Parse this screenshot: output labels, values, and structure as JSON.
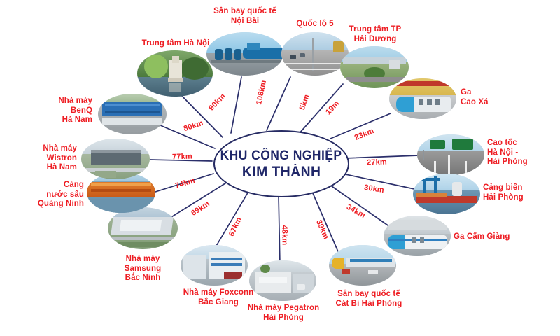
{
  "hub": {
    "line1": "KHU CÔNG NGHIỆP",
    "line2": "KIM THÀNH",
    "text_color": "#1f2668",
    "border_color": "#262b63"
  },
  "style": {
    "label_color": "#ee1d23",
    "distance_color": "#ee1d23",
    "connector_color": "#2b2f6b",
    "background": "#ffffff"
  },
  "nodes": [
    {
      "id": "trung-tam-ha-noi",
      "label": "Trung tâm Hà Nội",
      "distance": "90km",
      "image": "hoan-kiem-lake-turtle-tower"
    },
    {
      "id": "san-bay-noi-bai",
      "label": "Sân bay quốc tế\nNội Bài",
      "distance": "108km",
      "image": "noi-bai-airport-planes"
    },
    {
      "id": "quoc-lo-5",
      "label": "Quốc lộ 5",
      "distance": "5km",
      "image": "highway-route-5"
    },
    {
      "id": "trung-tam-tp-hai-duong",
      "label": "Trung tâm TP\nHải Dương",
      "distance": "19m",
      "image": "hai-duong-city-roundabout"
    },
    {
      "id": "ga-cao-xa",
      "label": "Ga\nCao Xá",
      "distance": "23km",
      "image": "cao-xa-railway-station-train"
    },
    {
      "id": "cao-toc-hn-hp",
      "label": "Cao tốc\nHà Nội -\nHải Phòng",
      "distance": "27km",
      "image": "expressway-green-signs"
    },
    {
      "id": "cang-bien-hai-phong",
      "label": "Cảng biển\nHải Phòng",
      "distance": "30km",
      "image": "hai-phong-seaport-cranes"
    },
    {
      "id": "ga-cam-giang",
      "label": "Ga Cẩm Giàng",
      "distance": "34km",
      "image": "cam-giang-station-train"
    },
    {
      "id": "san-bay-cat-bi",
      "label": "Sân bay quốc tế\nCát Bi Hải Phòng",
      "distance": "39km",
      "image": "cat-bi-airport-terminal"
    },
    {
      "id": "nha-may-pegatron",
      "label": "Nhà máy Pegatron\nHải Phòng",
      "distance": "48km",
      "image": "pegatron-factory"
    },
    {
      "id": "nha-may-foxconn",
      "label": "Nhà máy Foxconn\nBắc Giang",
      "distance": "67km",
      "image": "foxconn-factory"
    },
    {
      "id": "nha-may-samsung",
      "label": "Nhà máy\nSamsung\nBắc Ninh",
      "distance": "69km",
      "image": "samsung-factory-aerial"
    },
    {
      "id": "cang-nuoc-sau-quang-ninh",
      "label": "Cảng\nnước sâu\nQuảng Ninh",
      "distance": "74km",
      "image": "deep-water-port-containers"
    },
    {
      "id": "nha-may-wistron",
      "label": "Nhà máy\nWistron\nHà Nam",
      "distance": "77km",
      "image": "wistron-factory"
    },
    {
      "id": "nha-may-benq",
      "label": "Nhà máy\nBenQ\nHà Nam",
      "distance": "80km",
      "image": "benq-factory-aerial"
    }
  ]
}
